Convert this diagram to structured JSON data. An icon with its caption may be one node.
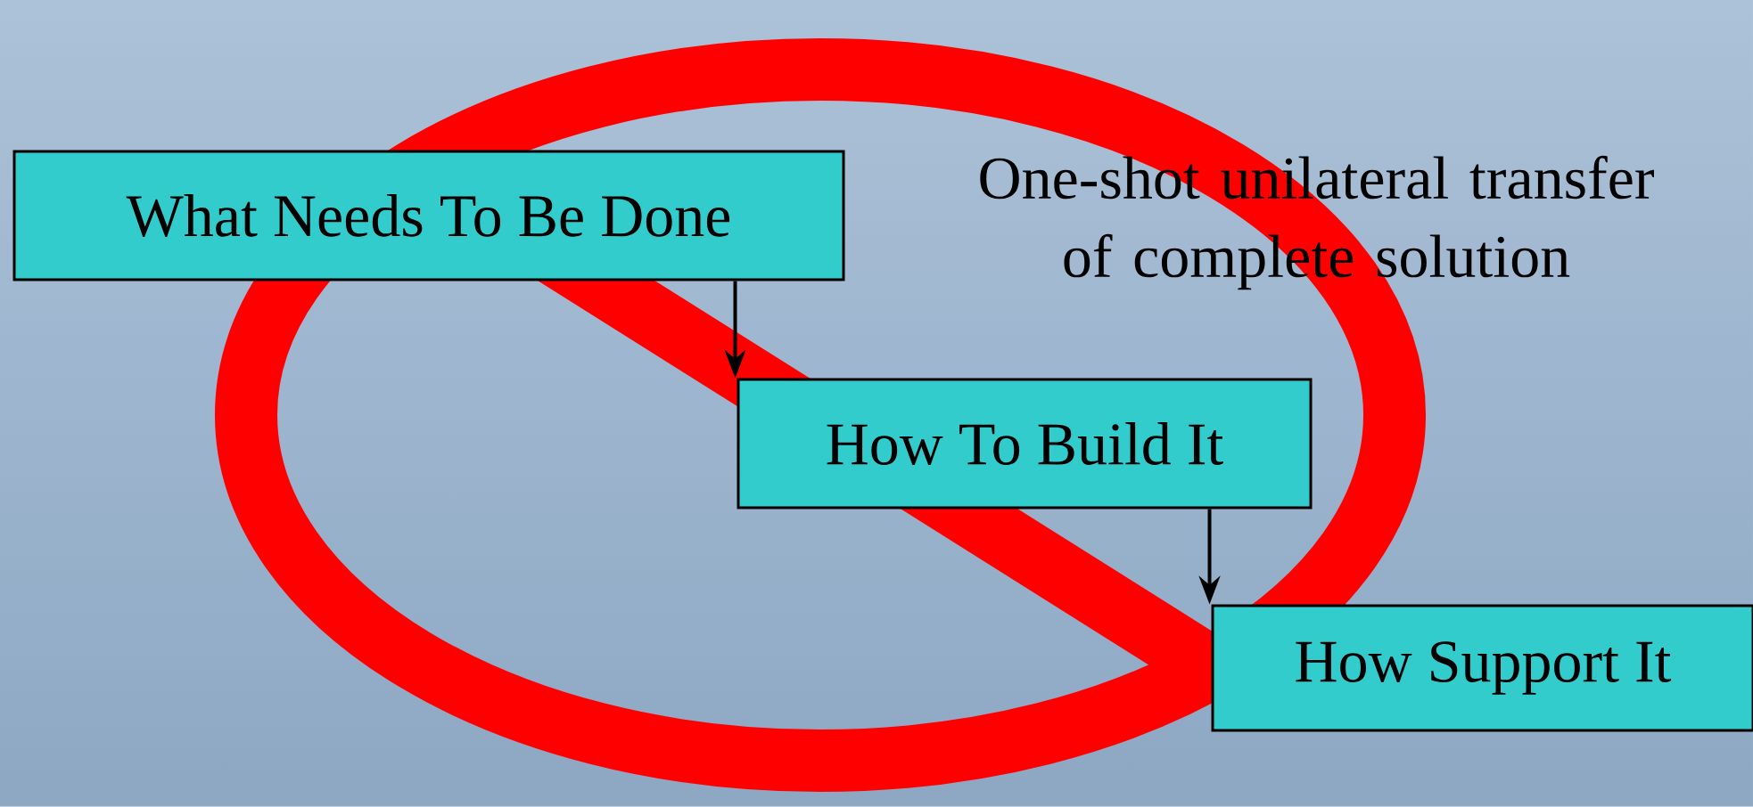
{
  "diagram": {
    "nodes": [
      {
        "text": [
          "What Needs To Be Done"
        ]
      },
      {
        "text": [
          "How To Build It"
        ]
      },
      {
        "text": [
          "How Support It"
        ]
      }
    ],
    "edges": [
      {
        "from": 0,
        "to": 1,
        "arrow": "to"
      },
      {
        "from": 1,
        "to": 2,
        "arrow": "to"
      }
    ],
    "labels": [
      "One-shot unilateral transfer of complete solution"
    ]
  }
}
